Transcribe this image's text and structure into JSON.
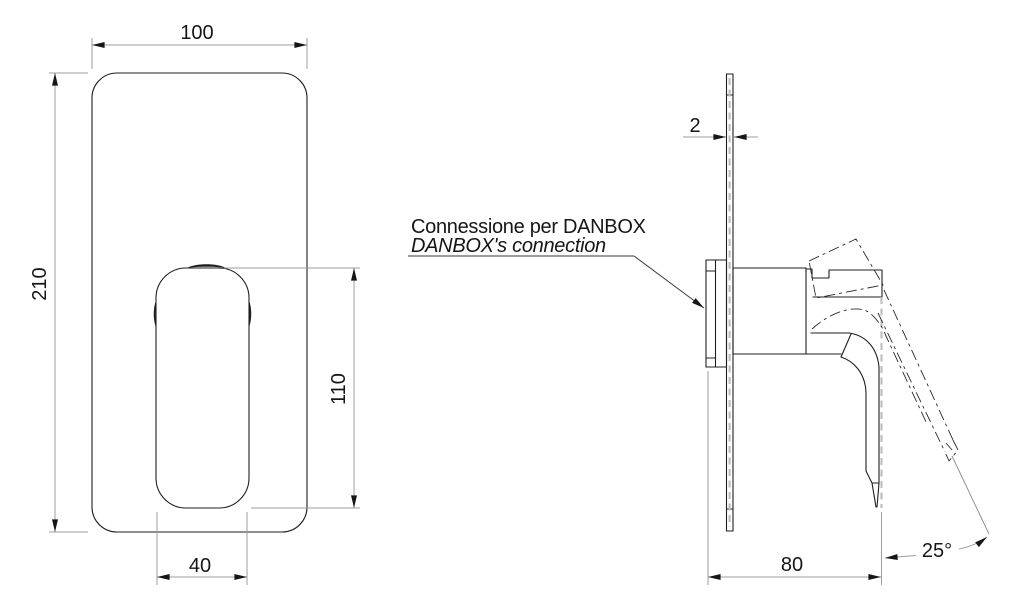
{
  "annotation": {
    "line1": "Connessione per DANBOX",
    "line2": "DANBOX's connection"
  },
  "front_view": {
    "dim_plate_width": "100",
    "dim_plate_height": "210",
    "dim_handle_height": "110",
    "dim_handle_width": "40"
  },
  "side_view": {
    "dim_plate_thickness": "2",
    "dim_depth": "80",
    "dim_lever_angle": "25°"
  },
  "colors": {
    "outline": "#1f1f1f",
    "dimension_line": "#9e9e9e",
    "hidden_line": "#bdbdbd",
    "background": "#ffffff"
  }
}
